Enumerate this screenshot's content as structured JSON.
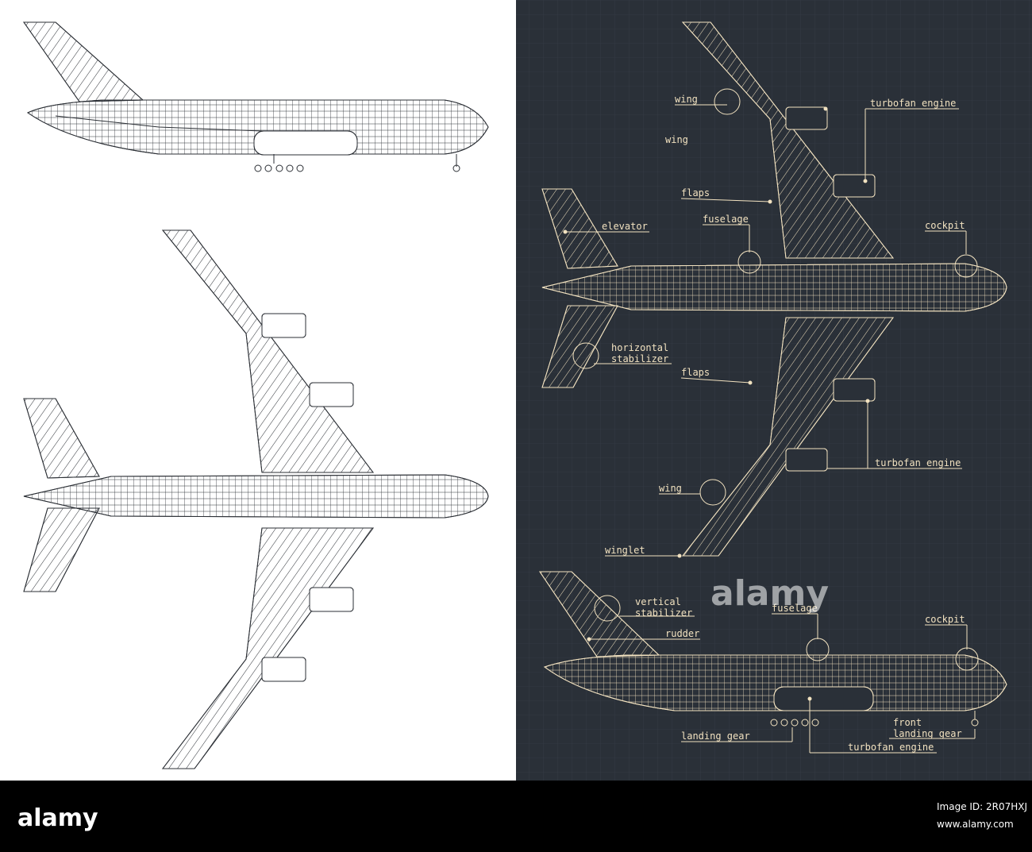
{
  "colors": {
    "dark_panel": "#2a3038",
    "ink_light": "#f2e2c0",
    "ink_dark": "#2b2f35",
    "footer": "#000000"
  },
  "labels": {
    "wing_top": "wing",
    "wing_mid": "wing",
    "turbofan_engine_top": "turbofan engine",
    "flaps_top": "flaps",
    "elevator": "elevator",
    "fuselage_top": "fuselage",
    "cockpit_top": "cockpit",
    "horizontal_stabilizer_1": "horizontal",
    "horizontal_stabilizer_2": "stabilizer",
    "flaps_bottom": "flaps",
    "turbofan_engine_bottom": "turbofan engine",
    "wing_bottom": "wing",
    "winglet": "winglet",
    "vertical_stabilizer_1": "vertical",
    "vertical_stabilizer_2": "stabilizer",
    "rudder": "rudder",
    "fuselage_side": "fuselage",
    "cockpit_side": "cockpit",
    "front_landing_gear_1": "front",
    "front_landing_gear_2": "landing gear",
    "landing_gear": "landing gear",
    "turbofan_engine_side": "turbofan engine"
  },
  "footer": {
    "logo": "alamy",
    "image_id_label": "Image ID: 2R07HXJ",
    "site": "www.alamy.com"
  },
  "watermark": "alamy"
}
